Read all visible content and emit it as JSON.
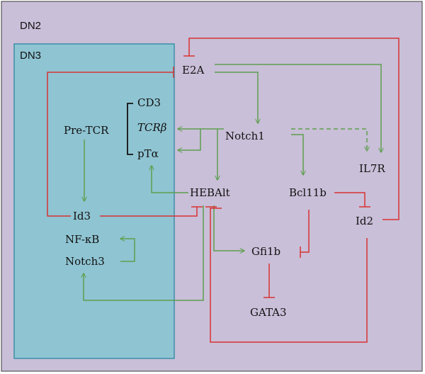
{
  "colors": {
    "dn2_fill": "#c9bfd8",
    "dn3_fill": "#8fc4d2",
    "dn3_border": "#3a8fa8",
    "dn2_border": "#555555",
    "dn3_label": "#2e8fa5",
    "activation": "#5e9e4e",
    "inhibition": "#d83232"
  },
  "regions": {
    "dn2": "DN2",
    "dn3": "DN3"
  },
  "nodes": {
    "e2a": "E2A",
    "notch1": "Notch1",
    "il7r": "IL7R",
    "cd3": "CD3",
    "tcrb": "TCRβ",
    "pta": "pTα",
    "pretcr": "Pre-TCR",
    "hebalt": "HEBAlt",
    "bcl11b": "Bcl11b",
    "id3": "Id3",
    "id2": "Id2",
    "nfkb": "NF-κB",
    "notch3": "Notch3",
    "gfi1b": "Gfi1b",
    "gata3": "GATA3"
  }
}
